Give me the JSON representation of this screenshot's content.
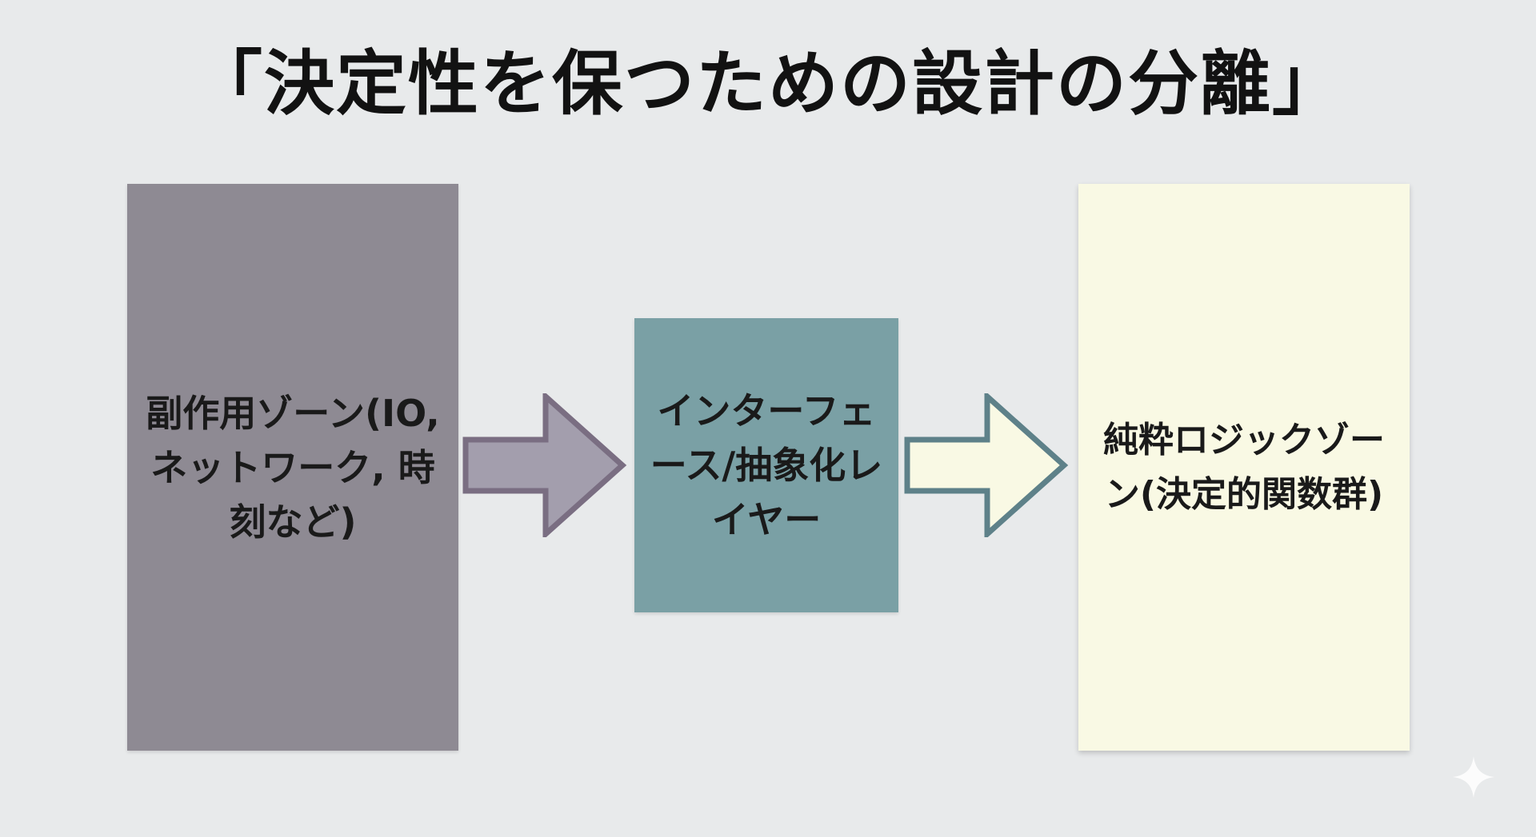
{
  "title": "「決定性を保つための設計の分離」",
  "zones": {
    "side_effect": {
      "label": "副作用ゾーン(IO, ネットワーク, 時刻など)",
      "color": "#8e8a93"
    },
    "interface": {
      "label": "インターフェース/抽象化レイヤー",
      "color": "#7aa0a5"
    },
    "pure": {
      "label": "純粋ロジックゾーン(決定的関数群)",
      "color": "#f9f9e4"
    }
  },
  "arrows": {
    "first": {
      "fill": "#a39ead",
      "stroke": "#7a6e82"
    },
    "second": {
      "fill": "#f9f9e4",
      "stroke": "#5e8189"
    }
  },
  "icons": {
    "watermark": "sparkle-icon"
  }
}
